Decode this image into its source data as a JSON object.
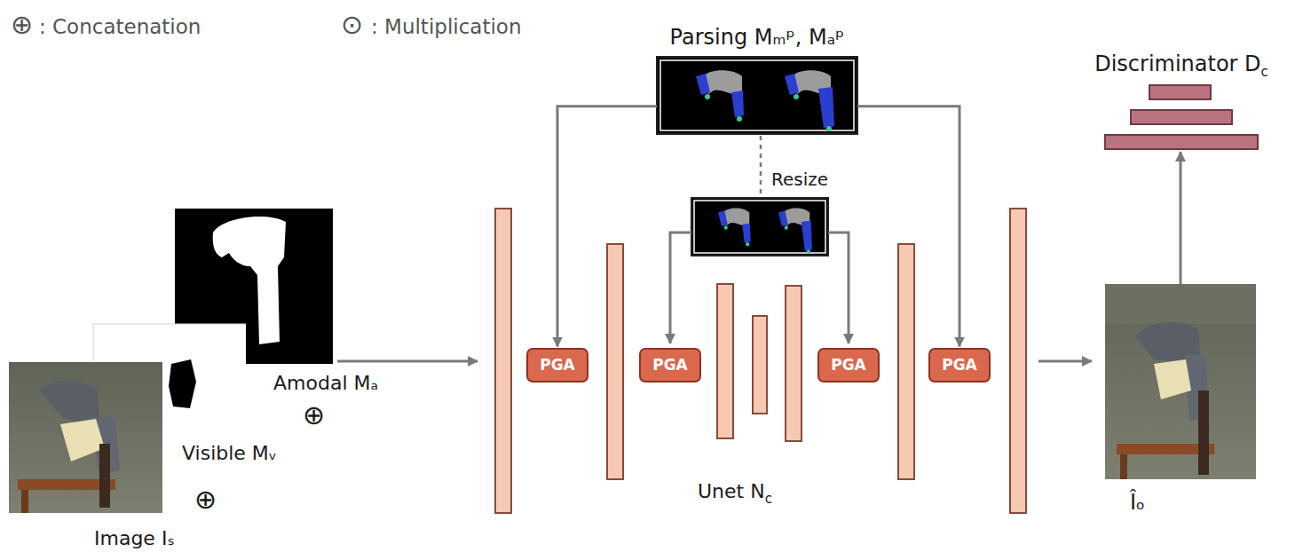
{
  "diagram": {
    "nodes": [
      {
        "text": [
          "Parsing Mₘᵖ, Mₐᵖ"
        ]
      },
      {
        "text": [
          "PGA"
        ]
      },
      {
        "text": [
          "PGA"
        ]
      },
      {
        "text": [
          "PGA"
        ]
      },
      {
        "text": [
          "PGA"
        ]
      },
      {
        "text": [
          "Discriminator D",
          "c"
        ]
      },
      {
        "text": [
          "Îₒ"
        ]
      }
    ],
    "edges": [
      {
        "from": 0,
        "to": 1,
        "arrow": "to"
      },
      {
        "from": 0,
        "to": 4,
        "arrow": "to"
      },
      {
        "from": 6,
        "to": 5,
        "arrow": "to"
      }
    ],
    "labels": [
      "⊕",
      "⊙",
      "Amodal Mₐ",
      "⊕",
      "Visible Mᵥ",
      "⊕",
      "Image Iₛ",
      "Resize",
      "Unet N",
      "c"
    ],
    "legend": [
      {
        "text": ": Concatenation"
      },
      {
        "text": ": Multiplication"
      }
    ]
  }
}
